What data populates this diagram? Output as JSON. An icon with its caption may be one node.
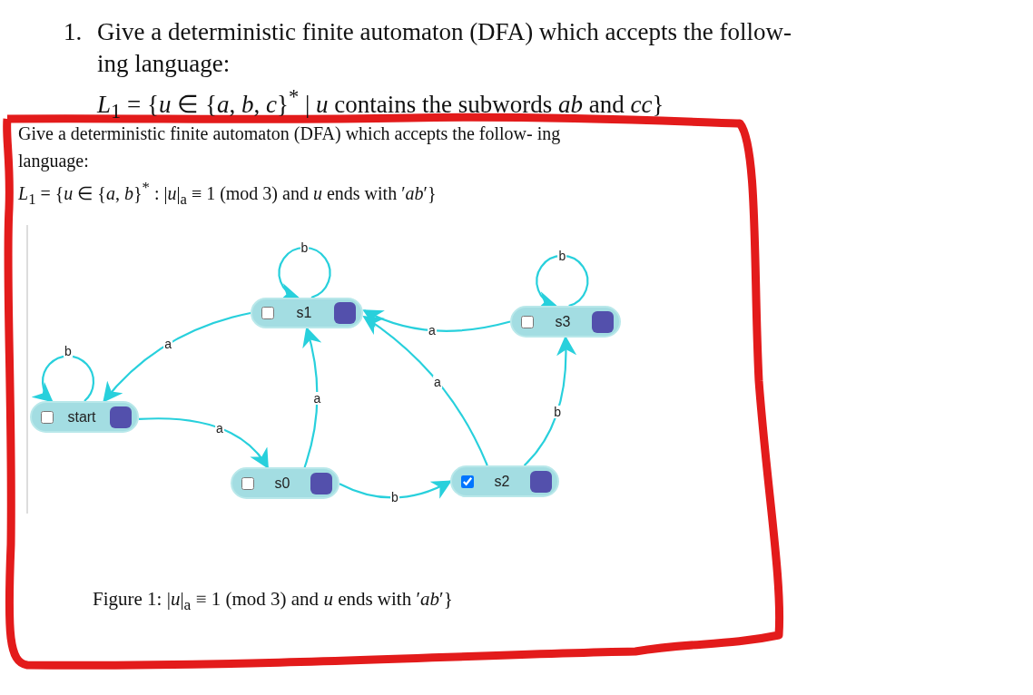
{
  "diagram": {
    "caption": "Figure 1: |*u*|$_{a}$ ≡ 1 (mod 3) and *u* ends with ′*ab*′}",
    "nodes": [
      {
        "text": [
          "s1"
        ]
      },
      {
        "text": [
          "s3"
        ]
      },
      {
        "text": [
          "start"
        ]
      },
      {
        "text": [
          "s0"
        ]
      },
      {
        "text": [
          "s2"
        ]
      }
    ],
    "edges": [
      {
        "from": 0,
        "to": 0,
        "arrow": "to",
        "label": "b"
      },
      {
        "from": 1,
        "to": 1,
        "arrow": "to",
        "label": "b"
      },
      {
        "from": 2,
        "to": 2,
        "arrow": "to",
        "label": "b"
      },
      {
        "from": 0,
        "to": 2,
        "arrow": "to",
        "label": "a"
      },
      {
        "from": 2,
        "to": 3,
        "arrow": "to",
        "label": "a"
      },
      {
        "from": 3,
        "to": 0,
        "arrow": "to",
        "label": "a"
      },
      {
        "from": 3,
        "to": 4,
        "arrow": "to",
        "label": "b"
      },
      {
        "from": 1,
        "to": 0,
        "arrow": "to",
        "label": "a"
      },
      {
        "from": 4,
        "to": 0,
        "arrow": "to",
        "label": "a"
      },
      {
        "from": 4,
        "to": 1,
        "arrow": "to",
        "label": "b"
      }
    ],
    "labels": [
      "1.",
      "Give a deterministic finite automaton (DFA) which accepts the follow- ing language:",
      "*L*$_{1}$ = {*u* ∈ {*a*, *b*, *c*}$^{*}$ | *u* contains the subwords *ab* and *cc*}",
      "Give a deterministic finite automaton (DFA) which accepts the follow- ing language:",
      "*L*$_{1}$ = {*u* ∈ {*a*, *b*}$^{*}$ : |*u*|$_{a}$ ≡ 1 (mod 3) and *u* ends with ′*ab*′}"
    ]
  }
}
